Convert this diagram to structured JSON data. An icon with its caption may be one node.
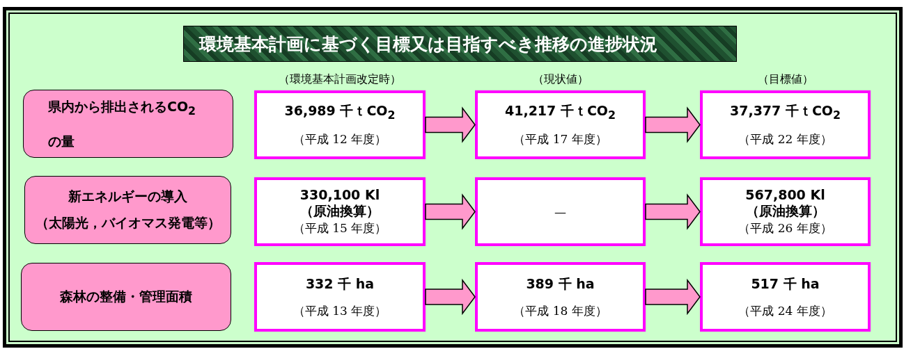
{
  "diagram": {
    "title": "環境基本計画に基づく目標又は目指すべき推移の進捗状況",
    "nodes": [
      {
        "text": [
          "県内から排出されるCO$_{2}$の量"
        ]
      },
      {
        "text": [
          "36,989 千ｔCO$_{2}$",
          "（平成 12 年度）"
        ],
        "beside": [
          "（環境基本計画改定時）"
        ]
      },
      {
        "text": [
          "41,217 千ｔCO$_{2}$",
          "（平成 17 年度）"
        ],
        "beside": [
          "（現状値）"
        ]
      },
      {
        "text": [
          "37,377 千ｔCO$_{2}$",
          "（平成 22 年度）"
        ],
        "beside": [
          "（目標値）"
        ]
      },
      {
        "text": [
          "新エネルギーの導入",
          "（太陽光，バイオマス発電等）"
        ]
      },
      {
        "text": [
          "330,100 Kl",
          "（原油換算）",
          "（平成 15 年度）"
        ]
      },
      {
        "text": [
          "—"
        ]
      },
      {
        "text": [
          "567,800 Kl",
          "（原油換算）",
          "（平成 26 年度）"
        ]
      },
      {
        "text": [
          "森林の整備・管理面積"
        ]
      },
      {
        "text": [
          "332 千 ha",
          "（平成 13 年度）"
        ]
      },
      {
        "text": [
          "389 千 ha",
          "（平成 18 年度）"
        ]
      },
      {
        "text": [
          "517 千 ha",
          "（平成 24 年度）"
        ]
      }
    ],
    "edges": [
      {
        "from": 1,
        "to": 2,
        "arrow": "to"
      },
      {
        "from": 2,
        "to": 3,
        "arrow": "to"
      },
      {
        "from": 5,
        "to": 6,
        "arrow": "to"
      },
      {
        "from": 6,
        "to": 7,
        "arrow": "to"
      },
      {
        "from": 9,
        "to": 10,
        "arrow": "to"
      },
      {
        "from": 10,
        "to": 11,
        "arrow": "to"
      }
    ]
  }
}
